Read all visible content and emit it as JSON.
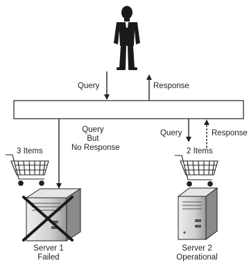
{
  "labels": {
    "query_top": "Query",
    "response_top": "Response",
    "query_left_lines": [
      "Query",
      "But",
      "No Response"
    ],
    "query_right": "Query",
    "response_right": "Response",
    "items_left": "3 Items",
    "items_right": "2 Items",
    "server1_name": "Server 1",
    "server1_status": "Failed",
    "server2_name": "Server 2",
    "server2_status": "Operational"
  },
  "colors": {
    "stroke": "#222222",
    "server_body": "#cfcfcf",
    "server_dark": "#555555",
    "person": "#1a1a1a"
  },
  "icons": {
    "person": "user-icon",
    "cart_left": "shopping-cart-icon",
    "cart_right": "shopping-cart-icon",
    "server_left": "server-icon",
    "server_right": "server-icon",
    "failure_mark": "x-mark-icon"
  }
}
